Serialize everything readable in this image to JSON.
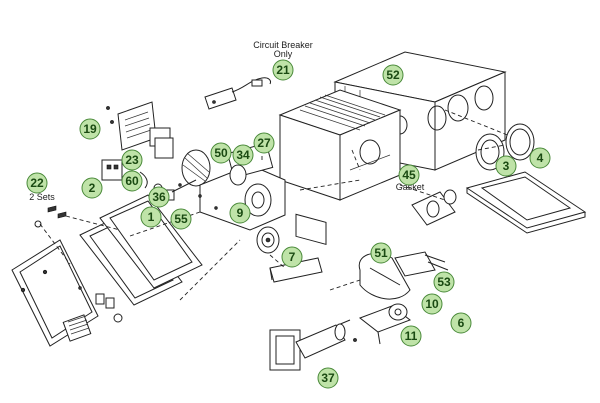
{
  "annotations": {
    "circuit_breaker": "Circuit Breaker",
    "circuit_breaker_only": "Only",
    "gasket": "Gasket",
    "two_sets": "2 Sets"
  },
  "badge_style": {
    "fill": "#bfe3a8",
    "stroke": "#4a8a3a",
    "text": "#1a4a12"
  },
  "part_labels": {
    "p21": "21",
    "p52": "52",
    "p19": "19",
    "p50": "50",
    "p34": "34",
    "p27": "27",
    "p23": "23",
    "p45": "45",
    "p3": "3",
    "p4": "4",
    "p22": "22",
    "p2": "2",
    "p60": "60",
    "p36": "36",
    "p1": "1",
    "p55": "55",
    "p9": "9",
    "p7": "7",
    "p51": "51",
    "p53": "53",
    "p10": "10",
    "p6": "6",
    "p11": "11",
    "p37": "37"
  }
}
